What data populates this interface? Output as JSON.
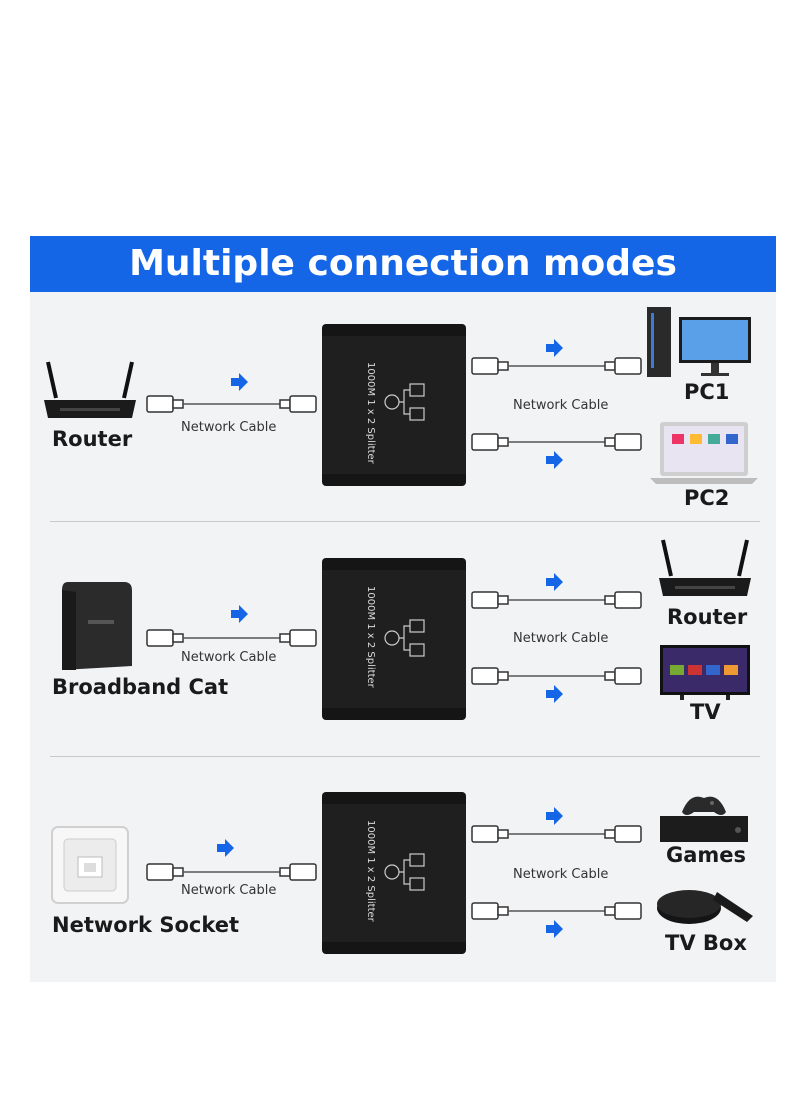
{
  "title": "Multiple connection modes",
  "splitter_label": "1000M 1 x 2 Splitter",
  "cable_label": "Network Cable",
  "colors": {
    "banner": "#1566e6",
    "arrow": "#1566e6",
    "panel": "#f2f3f5",
    "splitter": "#151515"
  },
  "modes": [
    {
      "source": "Router",
      "source_icon": "router-icon",
      "outputs": [
        {
          "label": "PC1",
          "icon": "desktop-pc-icon"
        },
        {
          "label": "PC2",
          "icon": "laptop-icon"
        }
      ]
    },
    {
      "source": "Broadband Cat",
      "source_icon": "modem-icon",
      "outputs": [
        {
          "label": "Router",
          "icon": "router-icon"
        },
        {
          "label": "TV",
          "icon": "tv-icon"
        }
      ]
    },
    {
      "source": "Network Socket",
      "source_icon": "wall-socket-icon",
      "outputs": [
        {
          "label": "Games",
          "icon": "game-console-icon"
        },
        {
          "label": "TV Box",
          "icon": "tv-box-icon"
        }
      ]
    }
  ]
}
